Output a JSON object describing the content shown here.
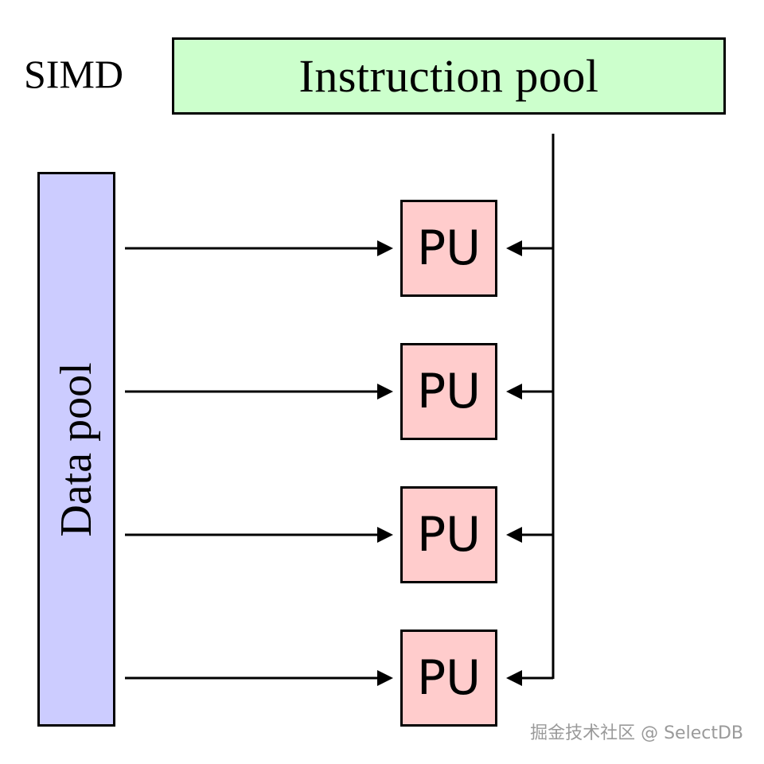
{
  "diagram": {
    "mode_label": "SIMD",
    "instruction_pool": {
      "label": "Instruction pool",
      "color": "#ccffcc"
    },
    "data_pool": {
      "label": "Data pool",
      "color": "#ccccff"
    },
    "processing_units": [
      {
        "label": "PU"
      },
      {
        "label": "PU"
      },
      {
        "label": "PU"
      },
      {
        "label": "PU"
      }
    ],
    "pu_color": "#ffcccc"
  },
  "watermark": "掘金技术社区 @ SelectDB"
}
